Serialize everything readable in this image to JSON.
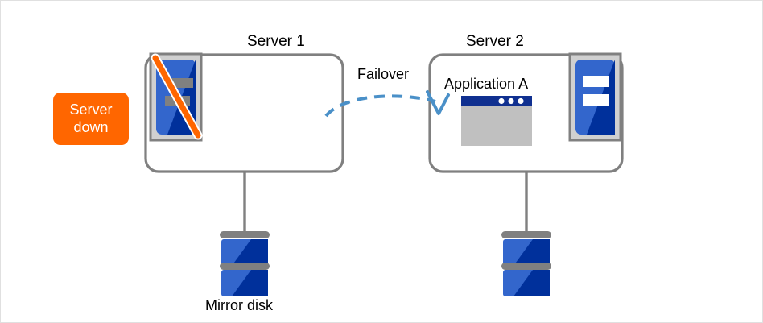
{
  "diagram": {
    "title_text": "",
    "background_color": "#ffffff",
    "border_color": "#e0e0e0"
  },
  "palette": {
    "orange": "#FF6600",
    "blue_light": "#3366CC",
    "blue_dark": "#00309B",
    "blue_mid": "#1F5BC4",
    "gray_stroke": "#808080",
    "gray_fill": "#D0D0D0",
    "window_gray": "#C0C0C0",
    "window_title": "#103090",
    "arrow_blue": "#4A90C8",
    "white": "#FFFFFF",
    "black": "#000000"
  },
  "badges": [
    {
      "id": "server-down",
      "line1": "Server",
      "line2": "down",
      "color": "#FF6600",
      "text_color": "#FFFFFF"
    }
  ],
  "nodes": [
    {
      "id": "server1",
      "title": "Server 1",
      "state": "down",
      "rack_icon": "server-rack-disabled-icon",
      "app_label": "",
      "has_app_window": false
    },
    {
      "id": "server2",
      "title": "Server 2",
      "state": "active",
      "rack_icon": "server-rack-icon",
      "app_label": "Application A",
      "has_app_window": true
    }
  ],
  "arrow": {
    "label": "Failover",
    "from": "server1",
    "to": "server2",
    "style": "dashed-curve",
    "color": "#4A90C8"
  },
  "storage": [
    {
      "id": "mirror-disk-left",
      "label": "Mirror disk",
      "icon": "disk-stack-icon",
      "attached_to": "server1"
    },
    {
      "id": "mirror-disk-right",
      "label": "",
      "icon": "disk-stack-icon",
      "attached_to": "server2"
    }
  ],
  "app_window": {
    "title_bar_dots": 3,
    "title_bar_color": "#103090",
    "body_color": "#C0C0C0"
  }
}
